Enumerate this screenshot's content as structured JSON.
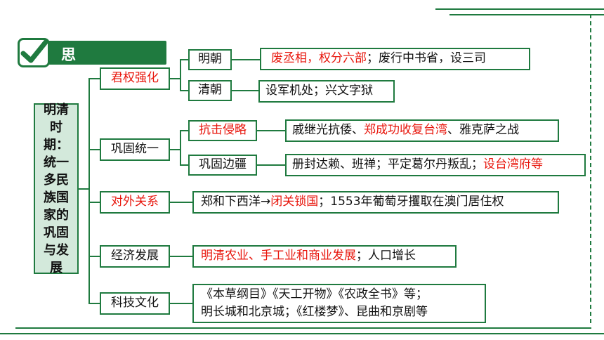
{
  "title": "思维导图",
  "root": "明清时期：统一多民族国家的巩固与发展",
  "branches": [
    {
      "label": "君权强化"
    },
    {
      "label": "巩固统一"
    },
    {
      "label": "对外关系"
    },
    {
      "label": "经济发展"
    },
    {
      "label": "科技文化"
    }
  ],
  "sub": {
    "ming": "明朝",
    "qing": "清朝",
    "kangji": "抗击侵略",
    "bianjiang": "巩固边疆"
  },
  "leaves": {
    "ming_red": "废丞相，权分六部",
    "ming_rest": "；废行中书省，设三司",
    "qing": "设军机处；兴文字狱",
    "kangji_a": "戚继光抗倭、",
    "kangji_red": "郑成功收复台湾",
    "kangji_b": "、雅克萨之战",
    "bianjiang_a": "册封达赖、班禅；平定葛尔丹叛乱；",
    "bianjiang_red": "设台湾府等",
    "duiwai_a": "郑和下西洋→",
    "duiwai_red": "闭关锁国",
    "duiwai_b": "；1553年葡萄牙攫取在澳门居住权",
    "jingji_red": "明清农业、手工业和商业发展",
    "jingji_b": "；人口增长",
    "keji_1": "《本草纲目》《天工开物》《农政全书》等；",
    "keji_2": "明长城和北京城；《红楼梦》、昆曲和京剧等"
  },
  "colors": {
    "green": "#1f7a3f",
    "red": "#e8160c",
    "root_fill": "#d3e9db"
  },
  "icons": {
    "check": "check-mark-icon"
  }
}
